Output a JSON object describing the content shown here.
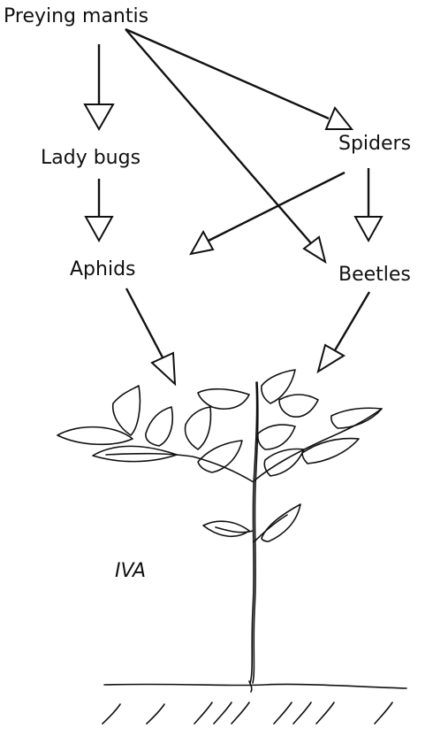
{
  "nodes": {
    "mantis": "Preying mantis",
    "ladybugs": "Lady bugs",
    "spiders": "Spiders",
    "aphids": "Aphids",
    "beetles": "Beetles",
    "plant": "IVA"
  },
  "edges": [
    {
      "from": "mantis",
      "to": "ladybugs"
    },
    {
      "from": "mantis",
      "to": "spiders"
    },
    {
      "from": "mantis",
      "to": "beetles"
    },
    {
      "from": "ladybugs",
      "to": "aphids"
    },
    {
      "from": "spiders",
      "to": "aphids"
    },
    {
      "from": "spiders",
      "to": "beetles"
    },
    {
      "from": "aphids",
      "to": "plant"
    },
    {
      "from": "beetles",
      "to": "plant"
    }
  ]
}
